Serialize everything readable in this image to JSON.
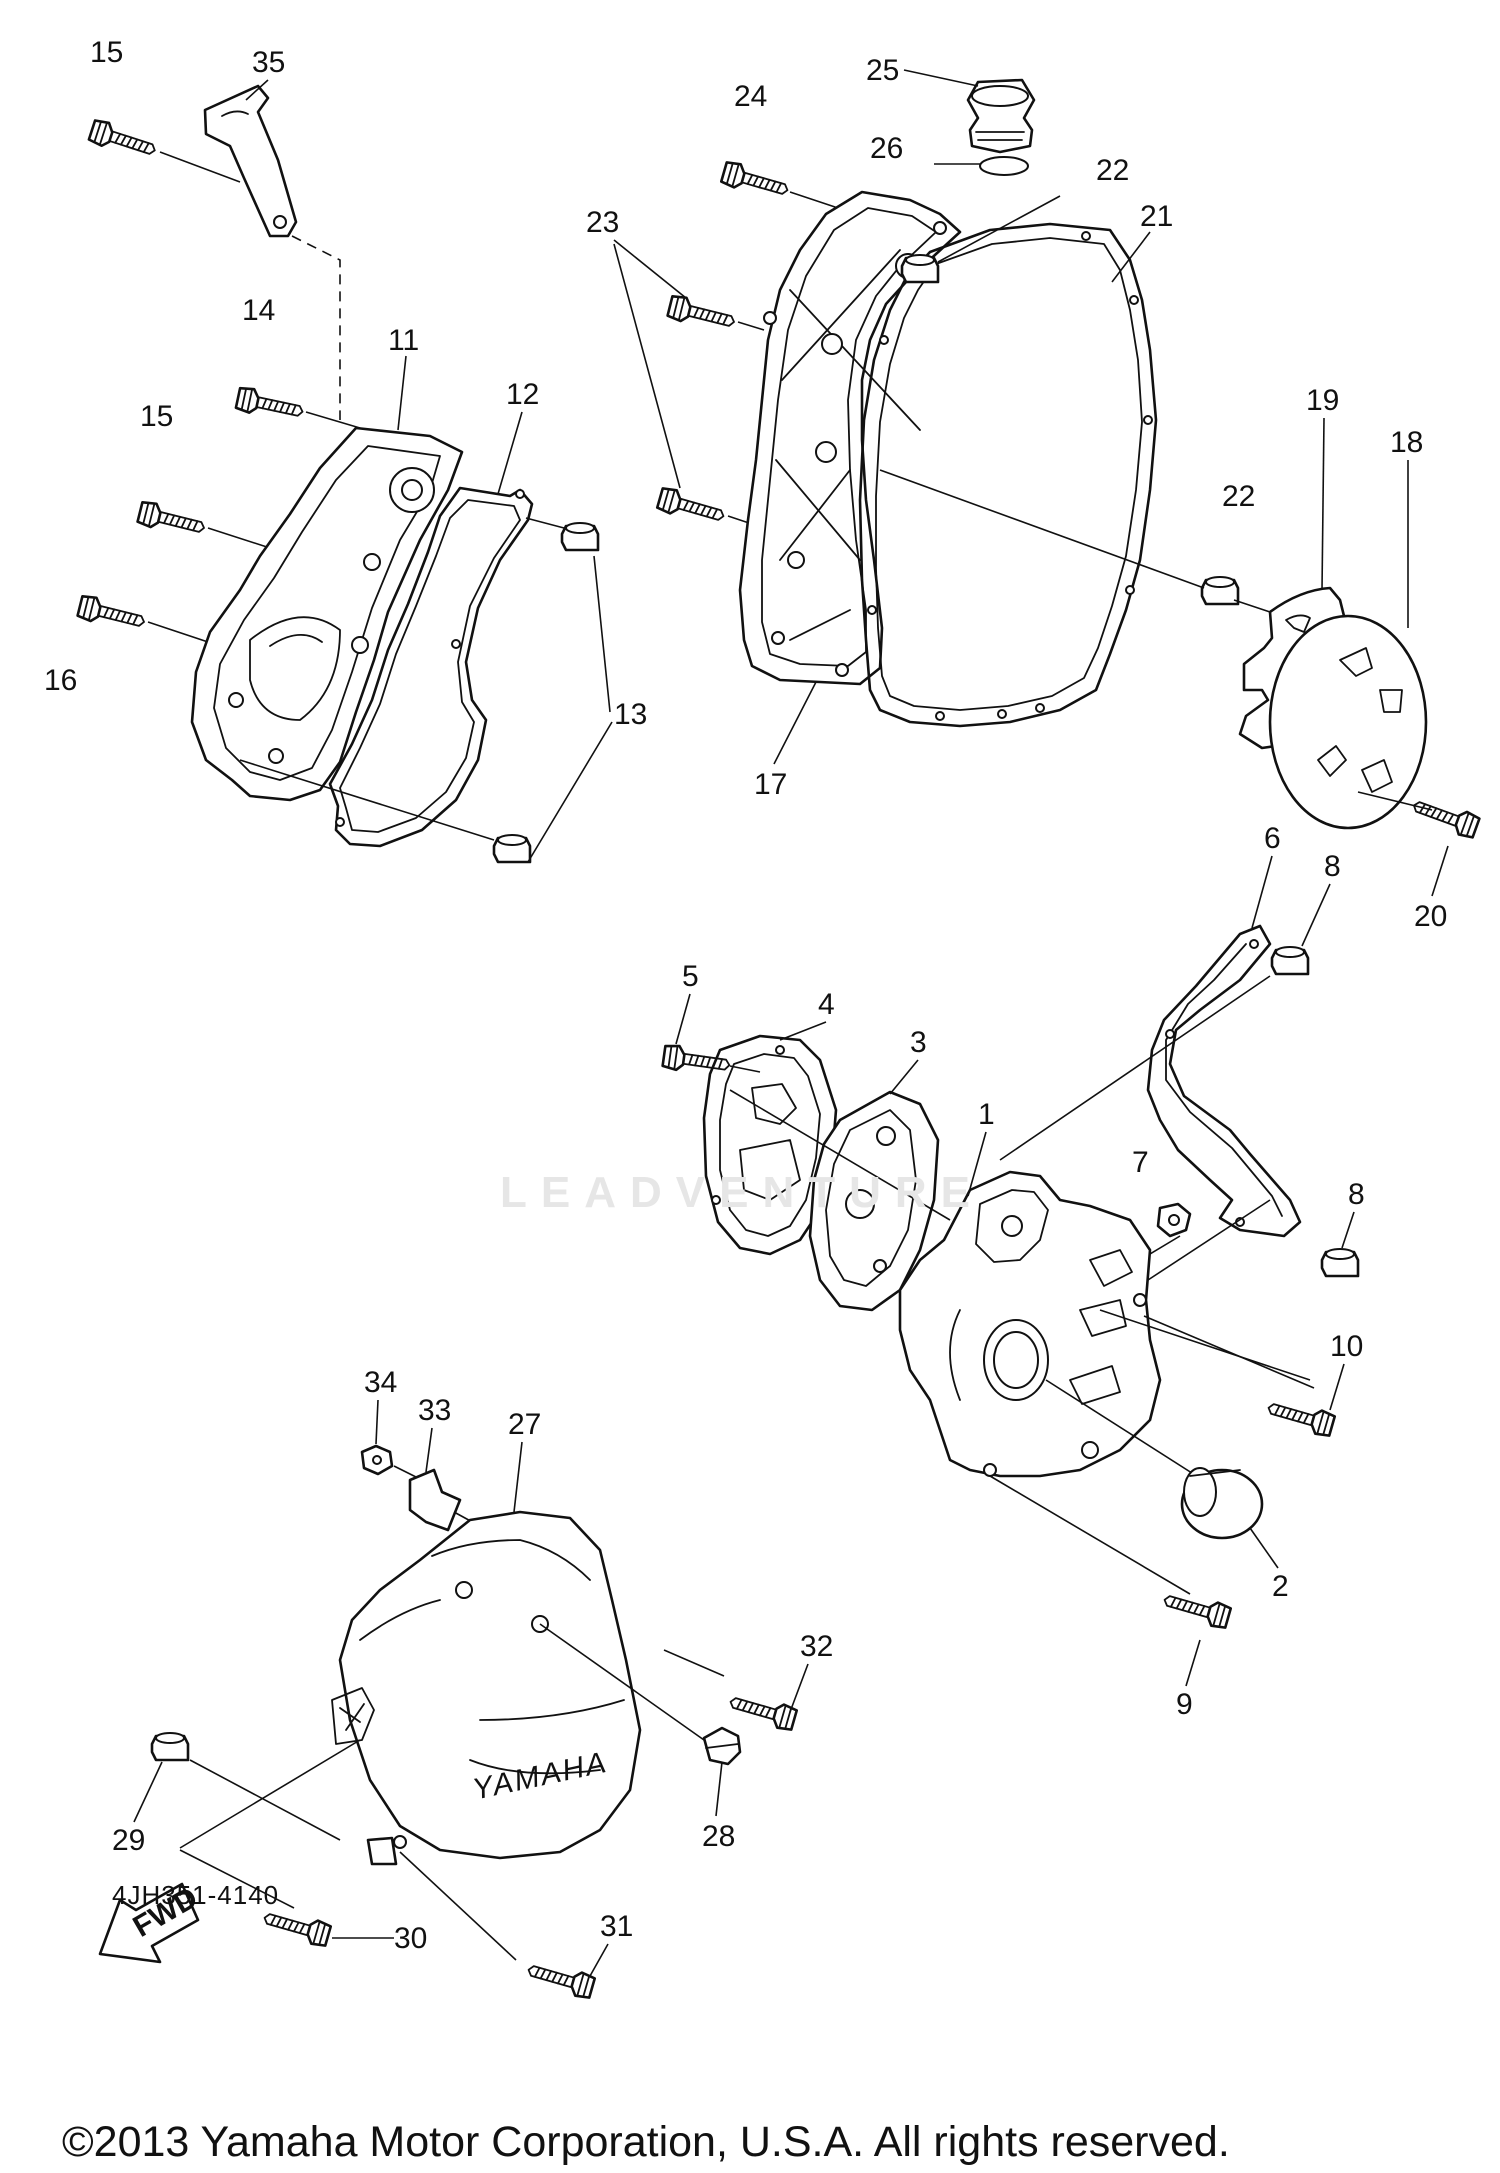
{
  "diagram": {
    "code": "4JH351-4140",
    "copyright": "©2013 Yamaha Motor Corporation, U.S.A. All rights reserved.",
    "watermark": "LEADVENTURE",
    "cover_emblem": "YAMAHA",
    "fwd_arrow": "FWD"
  },
  "callouts": [
    {
      "id": "15",
      "part": "bolt"
    },
    {
      "id": "35",
      "part": "bracket"
    },
    {
      "id": "14",
      "part": "bolt"
    },
    {
      "id": "11",
      "part": "crankcase-cover-1"
    },
    {
      "id": "12",
      "part": "gasket"
    },
    {
      "id": "15",
      "part": "bolt"
    },
    {
      "id": "16",
      "part": "bolt"
    },
    {
      "id": "13",
      "part": "dowel-pin"
    },
    {
      "id": "25",
      "part": "oil-filler-cap"
    },
    {
      "id": "24",
      "part": "bolt"
    },
    {
      "id": "26",
      "part": "o-ring"
    },
    {
      "id": "22",
      "part": "dowel-pin"
    },
    {
      "id": "21",
      "part": "gasket"
    },
    {
      "id": "23",
      "part": "bolt"
    },
    {
      "id": "17",
      "part": "crankcase-cover-2"
    },
    {
      "id": "22",
      "part": "dowel-pin"
    },
    {
      "id": "19",
      "part": "plate"
    },
    {
      "id": "18",
      "part": "plate"
    },
    {
      "id": "20",
      "part": "bolt"
    },
    {
      "id": "6",
      "part": "gasket"
    },
    {
      "id": "8",
      "part": "dowel-pin"
    },
    {
      "id": "5",
      "part": "bolt"
    },
    {
      "id": "4",
      "part": "gasket"
    },
    {
      "id": "3",
      "part": "cover"
    },
    {
      "id": "1",
      "part": "crankcase-cover-3"
    },
    {
      "id": "7",
      "part": "nut"
    },
    {
      "id": "8",
      "part": "dowel-pin"
    },
    {
      "id": "10",
      "part": "bolt"
    },
    {
      "id": "2",
      "part": "plug"
    },
    {
      "id": "9",
      "part": "bolt"
    },
    {
      "id": "34",
      "part": "nut"
    },
    {
      "id": "33",
      "part": "clamp"
    },
    {
      "id": "27",
      "part": "generator-cover"
    },
    {
      "id": "32",
      "part": "bolt"
    },
    {
      "id": "28",
      "part": "bolt"
    },
    {
      "id": "29",
      "part": "dowel-pin"
    },
    {
      "id": "30",
      "part": "bolt"
    },
    {
      "id": "31",
      "part": "bolt"
    }
  ]
}
